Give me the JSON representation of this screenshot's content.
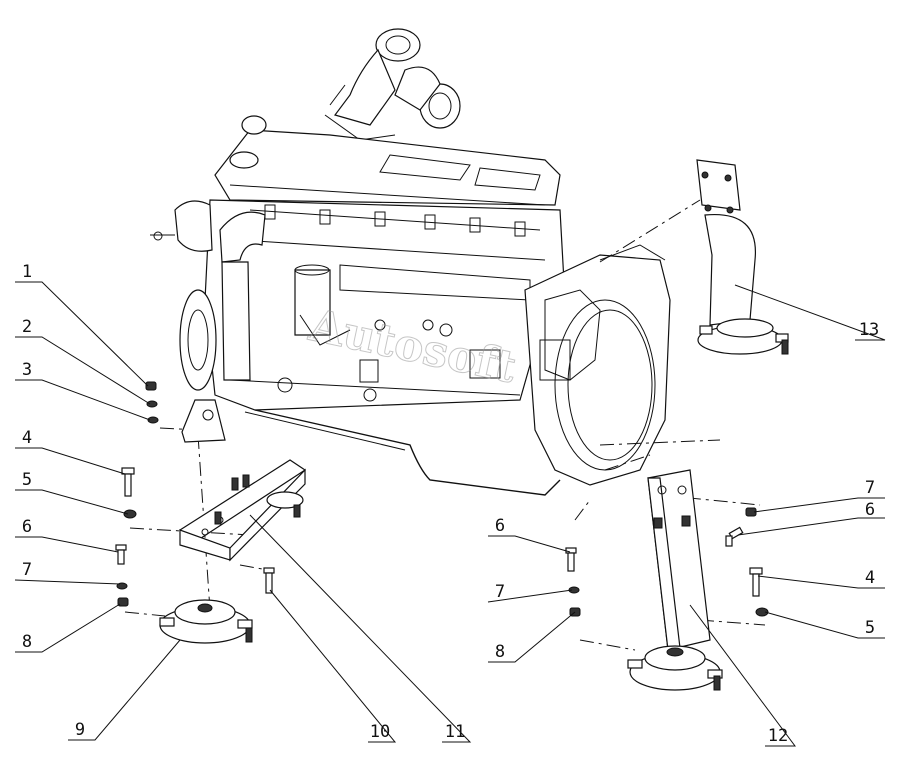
{
  "diagram": {
    "watermark": "Autosoft",
    "callouts": [
      {
        "id": "c1",
        "label": "1"
      },
      {
        "id": "c2",
        "label": "2"
      },
      {
        "id": "c3",
        "label": "3"
      },
      {
        "id": "c4l",
        "label": "4"
      },
      {
        "id": "c5l",
        "label": "5"
      },
      {
        "id": "c6l",
        "label": "6"
      },
      {
        "id": "c7l",
        "label": "7"
      },
      {
        "id": "c8l",
        "label": "8"
      },
      {
        "id": "c9",
        "label": "9"
      },
      {
        "id": "c10",
        "label": "10"
      },
      {
        "id": "c11",
        "label": "11"
      },
      {
        "id": "c12",
        "label": "12"
      },
      {
        "id": "c13",
        "label": "13"
      },
      {
        "id": "c6m",
        "label": "6"
      },
      {
        "id": "c7m",
        "label": "7"
      },
      {
        "id": "c8m",
        "label": "8"
      },
      {
        "id": "c7r",
        "label": "7"
      },
      {
        "id": "c6r",
        "label": "6"
      },
      {
        "id": "c4r",
        "label": "4"
      },
      {
        "id": "c5r",
        "label": "5"
      }
    ]
  }
}
